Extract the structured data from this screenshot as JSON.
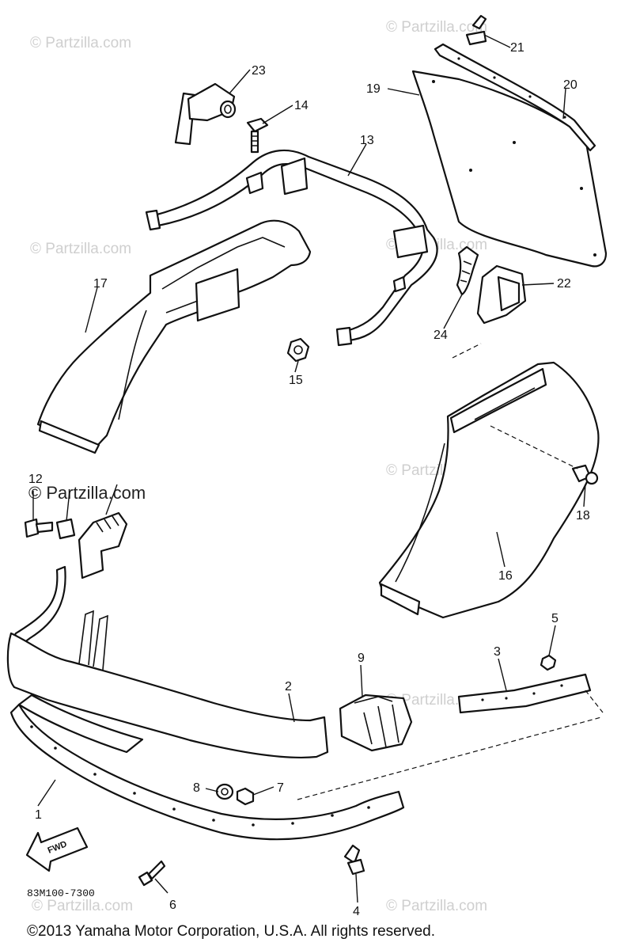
{
  "watermark": "© Partzilla.com",
  "diagram_code": "83M100-7300",
  "fwd_label": "FWD",
  "copyright": "©2013 Yamaha Motor Corporation, U.S.A. All rights reserved.",
  "callouts": [
    "1",
    "2",
    "3",
    "4",
    "5",
    "6",
    "7",
    "8",
    "9",
    "12",
    "13",
    "14",
    "15",
    "16",
    "17",
    "18",
    "19",
    "20",
    "21",
    "22",
    "23",
    "24"
  ]
}
